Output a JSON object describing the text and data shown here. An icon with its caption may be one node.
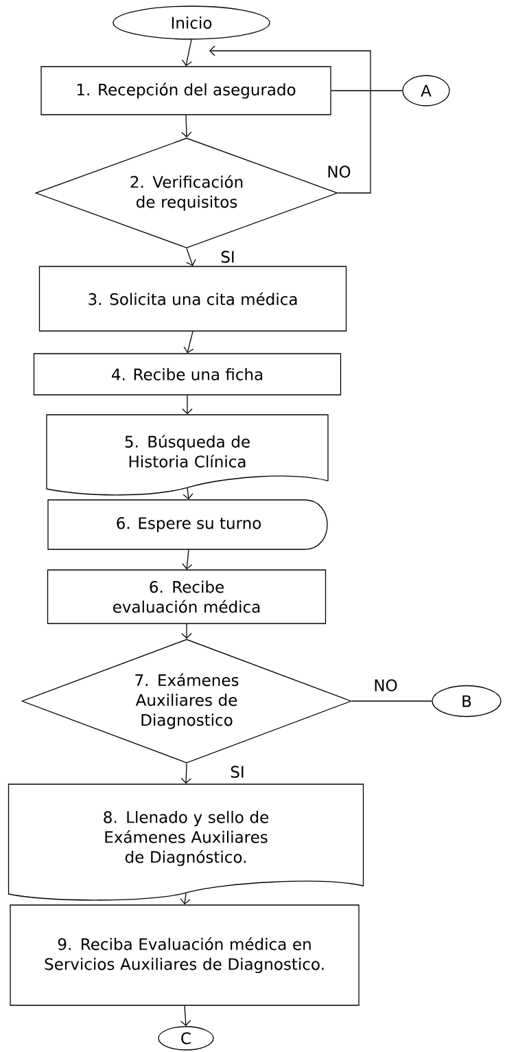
{
  "diagram": {
    "nodes": [
      {
        "text": [
          "Inicio"
        ]
      },
      {
        "text": [
          "1. Recepción del asegurado"
        ]
      },
      {
        "text": [
          "A"
        ]
      },
      {
        "text": [
          "2. Verificación de requisitos"
        ]
      },
      {
        "text": [
          "3. Solicita una cita médica"
        ]
      },
      {
        "text": [
          "4. Recibe una ficha"
        ]
      },
      {
        "text": [
          "5. Búsqueda de Historia Clínica"
        ]
      },
      {
        "text": [
          "6. Espere su turno"
        ]
      },
      {
        "text": [
          "6. Recibe evaluación médica"
        ]
      },
      {
        "text": [
          "7. Exámenes Auxiliares de Diagnostico"
        ]
      },
      {
        "text": [
          "B"
        ]
      },
      {
        "text": [
          "8. Llenado y sello de Exámenes Auxiliares de Diagnóstico."
        ]
      },
      {
        "text": [
          "9. Reciba Evaluación médica en Servicios Auxiliares de Diagnostico."
        ]
      },
      {
        "text": [
          "C"
        ]
      }
    ],
    "edges": [
      {
        "from": 0,
        "to": 1,
        "arrow": "to"
      },
      {
        "from": 1,
        "to": 2,
        "arrow": "none"
      },
      {
        "from": 1,
        "to": 3,
        "arrow": "to"
      },
      {
        "from": 3,
        "to": 1,
        "arrow": "to",
        "label": "NO"
      },
      {
        "from": 3,
        "to": 4,
        "arrow": "to",
        "label": "SI"
      },
      {
        "from": 4,
        "to": 5,
        "arrow": "to"
      },
      {
        "from": 5,
        "to": 6,
        "arrow": "to"
      },
      {
        "from": 6,
        "to": 7,
        "arrow": "to"
      },
      {
        "from": 7,
        "to": 8,
        "arrow": "to"
      },
      {
        "from": 8,
        "to": 9,
        "arrow": "to"
      },
      {
        "from": 9,
        "to": 10,
        "arrow": "none",
        "label": "NO"
      },
      {
        "from": 9,
        "to": 11,
        "arrow": "to",
        "label": "SI"
      },
      {
        "from": 11,
        "to": 12,
        "arrow": "to"
      },
      {
        "from": 12,
        "to": 13,
        "arrow": "to"
      }
    ]
  }
}
